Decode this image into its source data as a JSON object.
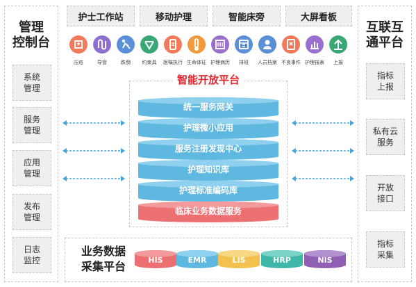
{
  "left_panel": {
    "title_line1": "管理",
    "title_line2": "控制台",
    "items": [
      {
        "line1": "系统",
        "line2": "管理"
      },
      {
        "line1": "服务",
        "line2": "管理"
      },
      {
        "line1": "应用",
        "line2": "管理"
      },
      {
        "line1": "发布",
        "line2": "管理"
      },
      {
        "line1": "日志",
        "line2": "监控"
      }
    ]
  },
  "right_panel": {
    "title_line1": "互联互",
    "title_line2": "通平台",
    "items": [
      {
        "line1": "指标",
        "line2": "上报"
      },
      {
        "line1": "私有云",
        "line2": "服务"
      },
      {
        "line1": "开放",
        "line2": "接口"
      },
      {
        "line1": "指标",
        "line2": "采集"
      }
    ]
  },
  "top_apps": [
    "护士工作站",
    "移动护理",
    "智能床旁",
    "大屏看板"
  ],
  "icons": [
    {
      "label": "压疮",
      "icon": "pressure-ulcer-icon",
      "color": "#f07a5a"
    },
    {
      "label": "导管",
      "icon": "catheter-icon",
      "color": "#8e6fd0"
    },
    {
      "label": "跌倒",
      "icon": "fall-icon",
      "color": "#5b8fd8"
    },
    {
      "label": "约束具",
      "icon": "restraint-icon",
      "color": "#3aa876"
    },
    {
      "label": "医嘱执行",
      "icon": "order-execution-icon",
      "color": "#f07a5a"
    },
    {
      "label": "生命体征",
      "icon": "vital-signs-icon",
      "color": "#f29a3b"
    },
    {
      "label": "护理病历",
      "icon": "nursing-record-icon",
      "color": "#9b6fd0"
    },
    {
      "label": "排班",
      "icon": "schedule-icon",
      "color": "#5b8fd8"
    },
    {
      "label": "人员档案",
      "icon": "staff-profile-icon",
      "color": "#5b8fd8"
    },
    {
      "label": "不良事件",
      "icon": "adverse-event-icon",
      "color": "#f07a5a"
    },
    {
      "label": "护理报表",
      "icon": "nursing-report-icon",
      "color": "#9b6fd0"
    },
    {
      "label": "上报",
      "icon": "upload-icon",
      "color": "#3aa876"
    }
  ],
  "platform": {
    "title": "智能开放平台",
    "layers": [
      {
        "label": "统一服务网关",
        "color": "#5fb8e0"
      },
      {
        "label": "护理微小应用",
        "color": "#5fb8e0"
      },
      {
        "label": "服务注册发现中心",
        "color": "#5fb8e0"
      },
      {
        "label": "护理知识库",
        "color": "#5fb8e0"
      },
      {
        "label": "护理标准编码库",
        "color": "#5fb8e0"
      },
      {
        "label": "临床业务数据服务",
        "color": "#ec6f72"
      }
    ]
  },
  "bottom_panel": {
    "title_line1": "业务数据",
    "title_line2": "采集平台",
    "systems": [
      {
        "label": "HIS",
        "color": "#ec6f72"
      },
      {
        "label": "EMR",
        "color": "#5fb8e0"
      },
      {
        "label": "LIS",
        "color": "#f2c14e"
      },
      {
        "label": "HRP",
        "color": "#3fb7a8"
      },
      {
        "label": "NIS",
        "color": "#8e5fb3"
      }
    ]
  }
}
